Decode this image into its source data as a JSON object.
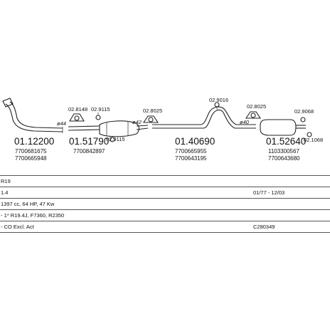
{
  "parts": [
    {
      "number": "01.12200",
      "oem": [
        "7700681675",
        "7700665948"
      ]
    },
    {
      "number": "01.51790",
      "oem": [
        "7700842897"
      ]
    },
    {
      "number": "01.40690",
      "oem": [
        "7700665955",
        "7700643195"
      ]
    },
    {
      "number": "01.52640",
      "oem": [
        "1103300567",
        "7700643680"
      ]
    }
  ],
  "accessories": [
    "02.8148",
    "02.9115",
    "02.8025",
    "02.9115",
    "02.9016",
    "02.8025",
    "02.9068",
    "02.1068"
  ],
  "connections": [
    "ø44",
    "ø42",
    "ø40"
  ],
  "info": [
    {
      "left": "R19",
      "right": ""
    },
    {
      "left": "1.4",
      "right": "01/77 - 12/03"
    },
    {
      "left": "1397 cc, 64 HP, 47 Kw",
      "right": ""
    },
    {
      "left": "- 1* R19.4J, F7360, R2350",
      "right": ""
    },
    {
      "left": "- CO Excl. Act",
      "right": "C280349"
    }
  ]
}
